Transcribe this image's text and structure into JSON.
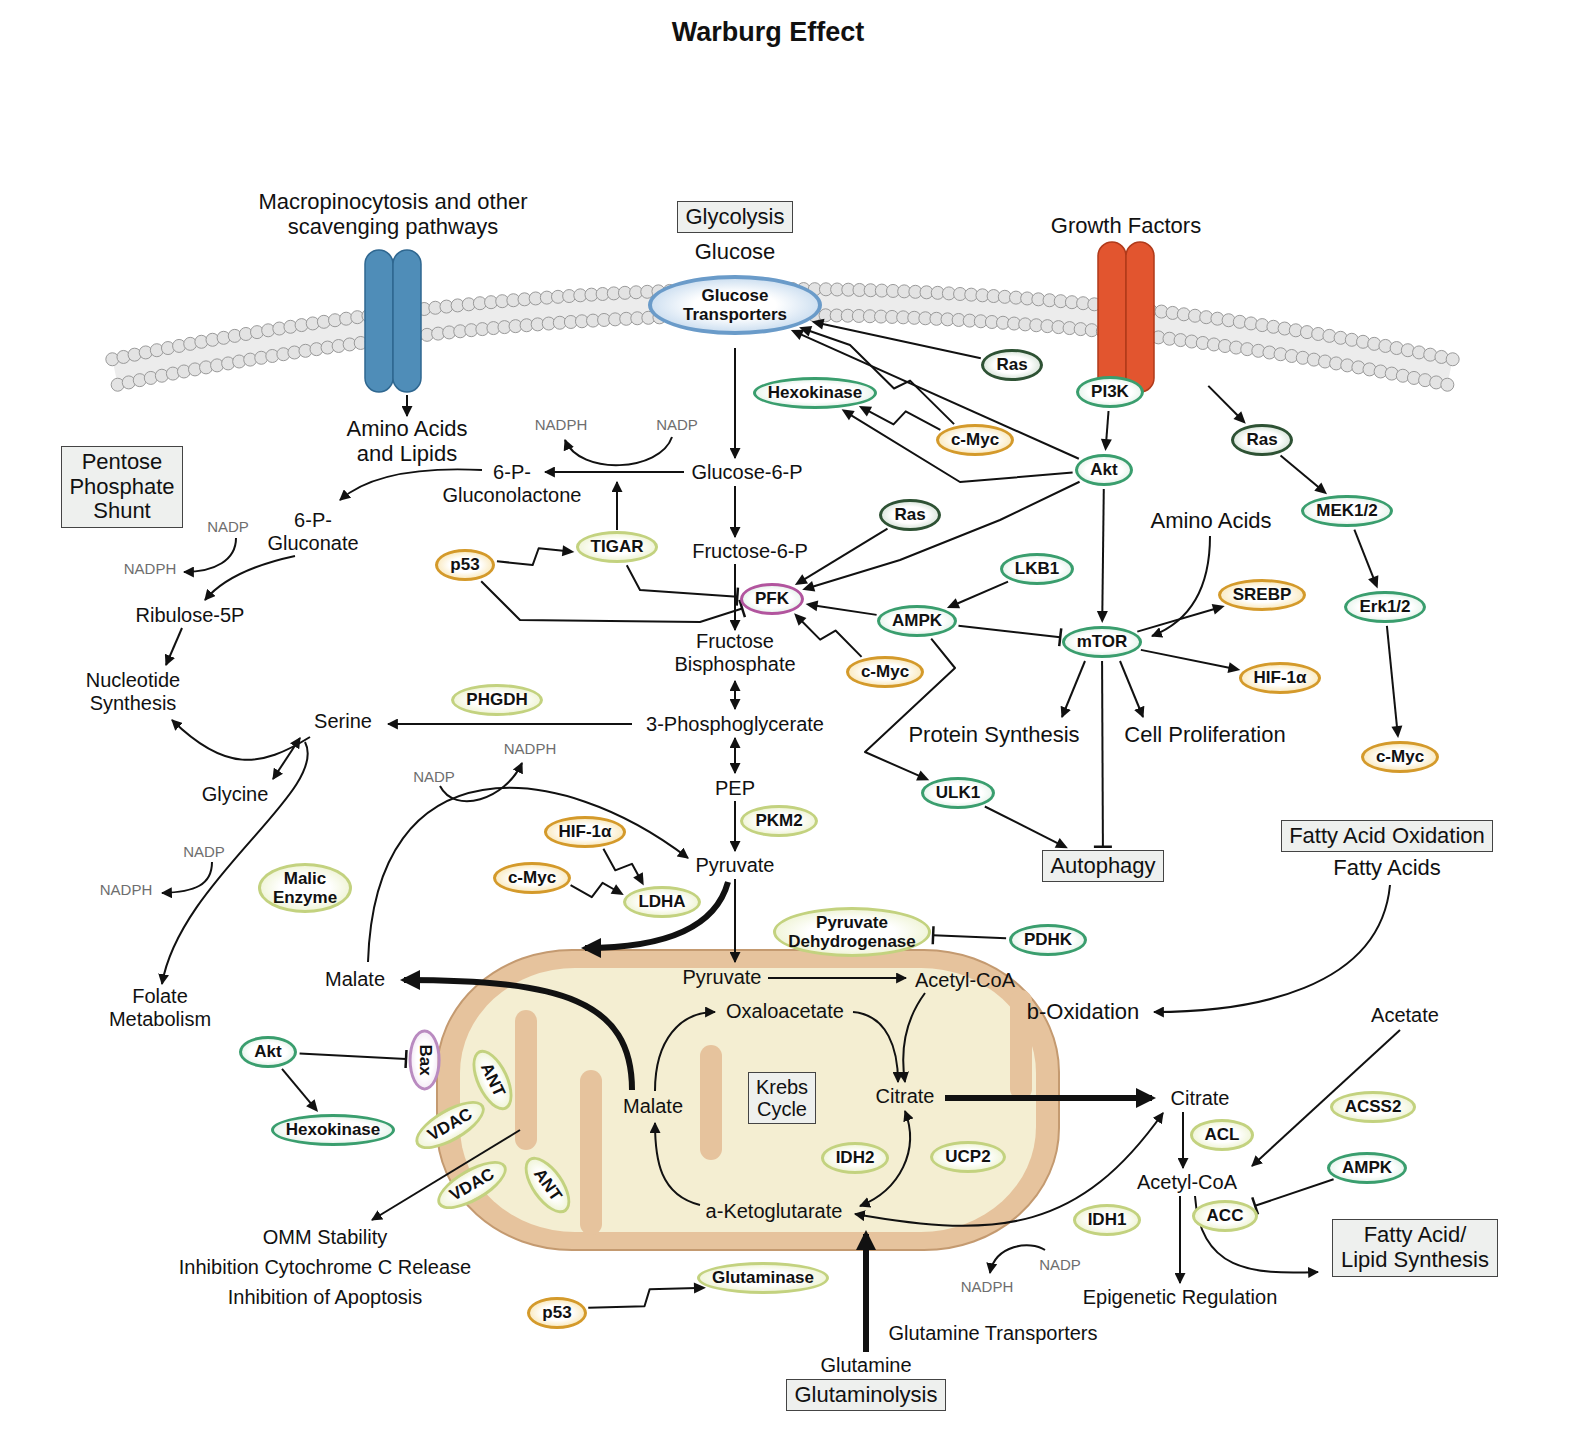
{
  "diagram": {
    "title": "Warburg Effect",
    "nodes": [
      {
        "text": [
          "Macropinocytosis and other scavenging pathways"
        ]
      },
      {
        "text": [
          "Glycolysis"
        ]
      },
      {
        "text": [
          "Glucose Transporters"
        ]
      },
      {
        "text": [
          "Growth Factors"
        ]
      },
      {
        "text": [
          "Ras"
        ]
      },
      {
        "text": [
          "PI3K"
        ]
      },
      {
        "text": [
          "Hexokinase"
        ]
      },
      {
        "text": [
          "c-Myc"
        ]
      },
      {
        "text": [
          "Akt"
        ]
      },
      {
        "text": [
          "Ras"
        ]
      },
      {
        "text": [
          "Pentose Phosphate Shunt"
        ]
      },
      {
        "text": [
          "MEK1/2"
        ]
      },
      {
        "text": [
          "Ras"
        ]
      },
      {
        "text": [
          "TIGAR"
        ]
      },
      {
        "text": [
          "p53"
        ]
      },
      {
        "text": [
          "LKB1"
        ]
      },
      {
        "text": [
          "PFK"
        ]
      },
      {
        "text": [
          "AMPK"
        ]
      },
      {
        "text": [
          "mTOR"
        ]
      },
      {
        "text": [
          "SREBP"
        ]
      },
      {
        "text": [
          "Erk1/2"
        ]
      },
      {
        "text": [
          "c-Myc"
        ]
      },
      {
        "text": [
          "HIF-1α"
        ]
      },
      {
        "text": [
          "PHGDH"
        ]
      },
      {
        "text": [
          "c-Myc"
        ]
      },
      {
        "text": [
          "ULK1"
        ]
      },
      {
        "text": [
          "PKM2"
        ]
      },
      {
        "text": [
          "HIF-1α"
        ]
      },
      {
        "text": [
          "Autophagy"
        ]
      },
      {
        "text": [
          "Fatty Acid Oxidation"
        ]
      },
      {
        "text": [
          "c-Myc"
        ]
      },
      {
        "text": [
          "Malic Enzyme"
        ]
      },
      {
        "text": [
          "LDHA"
        ]
      },
      {
        "text": [
          "Pyruvate Dehydrogenase"
        ]
      },
      {
        "text": [
          "PDHK"
        ]
      },
      {
        "text": [
          "Pyruvate",
          "Acetyl-CoA",
          "Oxaloacetate",
          "Citrate",
          "Malate",
          "a-Ketoglutarate"
        ]
      },
      {
        "text": [
          "Krebs Cycle"
        ],
        "in": 35
      },
      {
        "text": [
          "IDH2"
        ],
        "in": 35
      },
      {
        "text": [
          "UCP2"
        ],
        "in": 35
      },
      {
        "text": [
          "Akt"
        ]
      },
      {
        "text": [
          "Bax"
        ]
      },
      {
        "text": [
          "ANT"
        ]
      },
      {
        "text": [
          "VDAC"
        ]
      },
      {
        "text": [
          "Hexokinase"
        ]
      },
      {
        "text": [
          "VDAC"
        ]
      },
      {
        "text": [
          "ANT"
        ]
      },
      {
        "text": [
          "ACL"
        ]
      },
      {
        "text": [
          "ACSS2"
        ]
      },
      {
        "text": [
          "AMPK"
        ]
      },
      {
        "text": [
          "IDH1"
        ]
      },
      {
        "text": [
          "ACC"
        ]
      },
      {
        "text": [
          "Fatty Acid/ Lipid Synthesis"
        ]
      },
      {
        "text": [
          "p53"
        ]
      },
      {
        "text": [
          "Glutaminase"
        ]
      },
      {
        "text": [
          "Glutaminolysis"
        ]
      }
    ],
    "edges": [
      {
        "from": 5,
        "to": 8,
        "arrow": "to"
      },
      {
        "from": 3,
        "to": 9,
        "arrow": "to"
      },
      {
        "from": 9,
        "to": 11,
        "arrow": "to"
      },
      {
        "from": 11,
        "to": 20,
        "arrow": "to"
      },
      {
        "from": 20,
        "to": 24,
        "arrow": "to"
      },
      {
        "from": 4,
        "to": 2,
        "arrow": "to"
      },
      {
        "from": 8,
        "to": 2,
        "arrow": "to"
      },
      {
        "from": 7,
        "to": 2,
        "arrow": "to"
      },
      {
        "from": 7,
        "to": 6,
        "arrow": "to"
      },
      {
        "from": 8,
        "to": 6,
        "arrow": "to"
      },
      {
        "from": 8,
        "to": 16,
        "arrow": "to"
      },
      {
        "from": 12,
        "to": 16,
        "arrow": "to"
      },
      {
        "from": 15,
        "to": 17,
        "arrow": "to"
      },
      {
        "from": 17,
        "to": 16,
        "arrow": "to"
      },
      {
        "from": 21,
        "to": 16,
        "arrow": "to"
      },
      {
        "from": 14,
        "to": 13,
        "arrow": "to"
      },
      {
        "from": 13,
        "to": 16,
        "arrow": "to"
      },
      {
        "from": 14,
        "to": 16,
        "arrow": "to"
      },
      {
        "from": 8,
        "to": 18,
        "arrow": "to"
      },
      {
        "from": 17,
        "to": 18,
        "arrow": "to"
      },
      {
        "from": 18,
        "to": 19,
        "arrow": "to"
      },
      {
        "from": 18,
        "to": 22,
        "arrow": "to"
      },
      {
        "from": 17,
        "to": 25,
        "arrow": "to"
      },
      {
        "from": 25,
        "to": 28,
        "arrow": "to"
      },
      {
        "from": 18,
        "to": 28,
        "arrow": "to"
      },
      {
        "from": 27,
        "to": 32,
        "arrow": "to"
      },
      {
        "from": 30,
        "to": 32,
        "arrow": "to"
      },
      {
        "from": 34,
        "to": 33,
        "arrow": "to"
      },
      {
        "from": 39,
        "to": 40,
        "arrow": "to"
      },
      {
        "from": 39,
        "to": 43,
        "arrow": "to"
      },
      {
        "from": 52,
        "to": 53,
        "arrow": "to"
      },
      {
        "from": 48,
        "to": 50,
        "arrow": "to"
      }
    ],
    "labels": [
      "Glucose",
      "Amino Acids and Lipids",
      "NADPH",
      "NADP",
      "6-P- Gluconolactone",
      "Glucose-6-P",
      "6-P- Gluconate",
      "NADP",
      "NADPH",
      "Ribulose-5P",
      "Nucleotide Synthesis",
      "Fructose-6-P",
      "Fructose Bisphosphate",
      "Amino Acids",
      "Serine",
      "3-Phosphoglycerate",
      "NADPH",
      "NADP",
      "Protein Synthesis",
      "Cell Proliferation",
      "Glycine",
      "PEP",
      "NADP",
      "NADPH",
      "Pyruvate",
      "Fatty Acids",
      "Malate",
      "Folate Metabolism",
      "b-Oxidation",
      "Acetate",
      "Citrate",
      "Acetyl-CoA",
      "OMM Stability",
      "Inhibition Cytochrome C Release",
      "Inhibition of Apoptosis",
      "NADPH",
      "NADP",
      "Epigenetic Regulation",
      "Glutamine Transporters",
      "Glutamine"
    ]
  }
}
